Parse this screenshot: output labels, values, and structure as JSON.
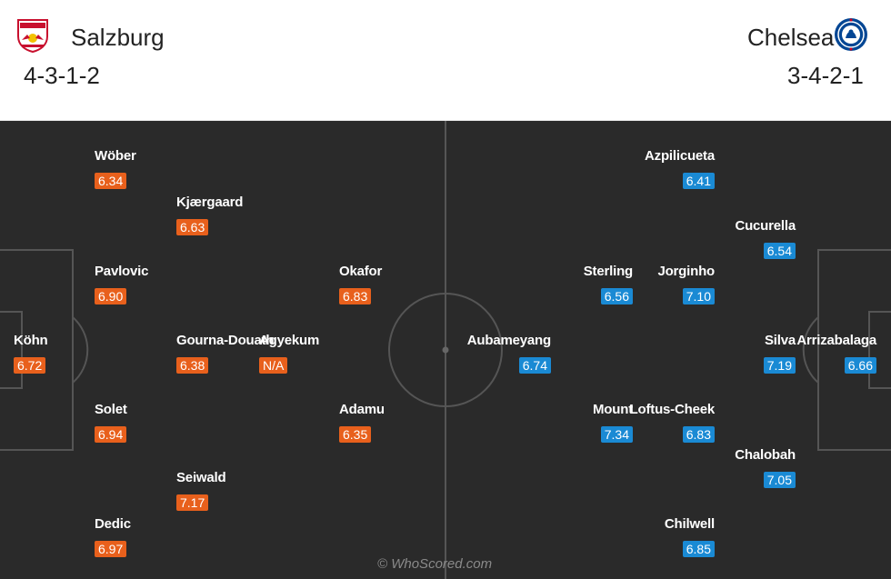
{
  "home": {
    "name": "Salzburg",
    "formation": "4-3-1-2",
    "crest_icon": "red-bull-salzburg-crest",
    "rating_color": "#e8601c",
    "players": [
      {
        "name": "Wöber",
        "rating": "6.34"
      },
      {
        "name": "Kjærgaard",
        "rating": "6.63"
      },
      {
        "name": "Pavlovic",
        "rating": "6.90"
      },
      {
        "name": "Okafor",
        "rating": "6.83"
      },
      {
        "name": "Köhn",
        "rating": "6.72"
      },
      {
        "name": "Gourna-Douath",
        "rating": "6.38"
      },
      {
        "name": "Agyekum",
        "rating": "N/A"
      },
      {
        "name": "Solet",
        "rating": "6.94"
      },
      {
        "name": "Adamu",
        "rating": "6.35"
      },
      {
        "name": "Seiwald",
        "rating": "7.17"
      },
      {
        "name": "Dedic",
        "rating": "6.97"
      }
    ]
  },
  "away": {
    "name": "Chelsea",
    "formation": "3-4-2-1",
    "crest_icon": "chelsea-crest",
    "rating_color": "#1a8ad4",
    "players": [
      {
        "name": "Azpilicueta",
        "rating": "6.41"
      },
      {
        "name": "Cucurella",
        "rating": "6.54"
      },
      {
        "name": "Sterling",
        "rating": "6.56"
      },
      {
        "name": "Jorginho",
        "rating": "7.10"
      },
      {
        "name": "Aubameyang",
        "rating": "6.74"
      },
      {
        "name": "Silva",
        "rating": "7.19"
      },
      {
        "name": "Arrizabalaga",
        "rating": "6.66"
      },
      {
        "name": "Mount",
        "rating": "7.34"
      },
      {
        "name": "Loftus-Cheek",
        "rating": "6.83"
      },
      {
        "name": "Chalobah",
        "rating": "7.05"
      },
      {
        "name": "Chilwell",
        "rating": "6.85"
      }
    ]
  },
  "watermark": "© WhoScored.com"
}
